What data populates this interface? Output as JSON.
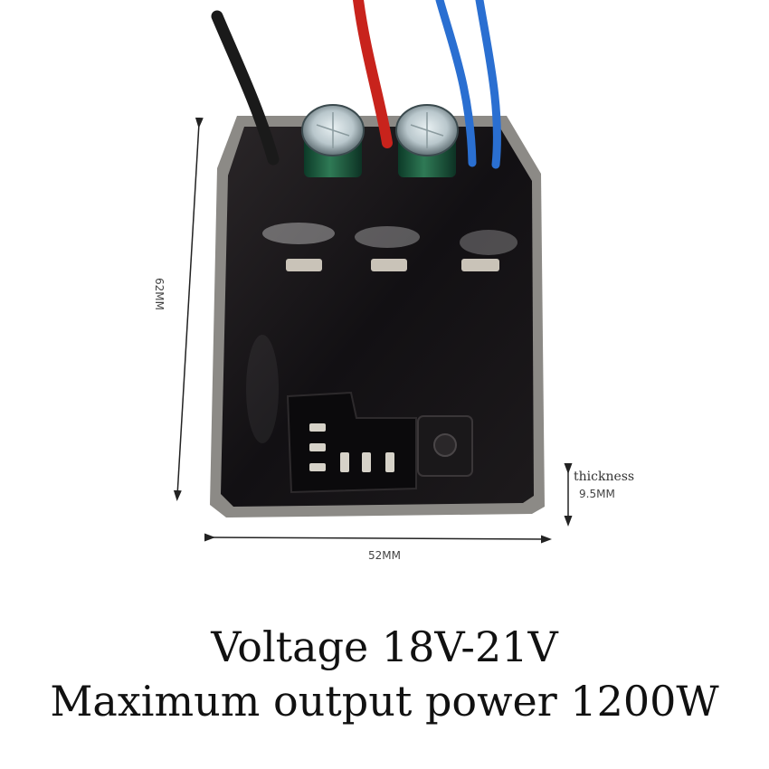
{
  "dimensions": {
    "height": "62MM",
    "width": "52MM",
    "thickness_word": "thickness",
    "thickness_value": "9.5MM"
  },
  "caption": {
    "line1": "Voltage 18V-21V",
    "line2": "Maximum output power 1200W"
  },
  "wire_colors": {
    "black": "#1a1a1a",
    "red": "#c8231c",
    "blue": "#2a6fd1"
  },
  "board_color": "#141214",
  "frame_color": "#8c8a86"
}
